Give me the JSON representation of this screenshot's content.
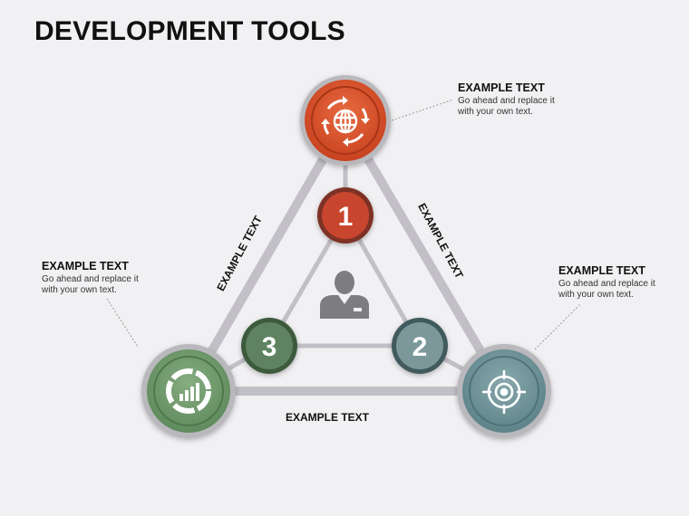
{
  "title": "DEVELOPMENT TOOLS",
  "callouts": {
    "top": {
      "heading": "EXAMPLE TEXT",
      "line1": "Go ahead and replace it",
      "line2": "with your own text."
    },
    "left": {
      "heading": "EXAMPLE TEXT",
      "line1": "Go ahead and replace it",
      "line2": "with your own text."
    },
    "right": {
      "heading": "EXAMPLE TEXT",
      "line1": "Go ahead and replace it",
      "line2": "with your own text."
    }
  },
  "edge_labels": {
    "left": "EXAMPLE TEXT",
    "right": "EXAMPLE TEXT",
    "bottom": "EXAMPLE TEXT"
  },
  "inner_nodes": {
    "n1": "1",
    "n2": "2",
    "n3": "3"
  },
  "icons": {
    "top": "globe-refresh-icon",
    "left": "chart-report-icon",
    "right": "target-icon",
    "center": "user-avatar-icon"
  },
  "colors": {
    "top_node": "#d9512c",
    "left_node": "#6f9a6c",
    "right_node": "#6e949a",
    "node1": "#c8452d",
    "node2": "#7b989b",
    "node3": "#5e8361",
    "connector": "#c3c1c6",
    "person": "#7d7d7f"
  }
}
